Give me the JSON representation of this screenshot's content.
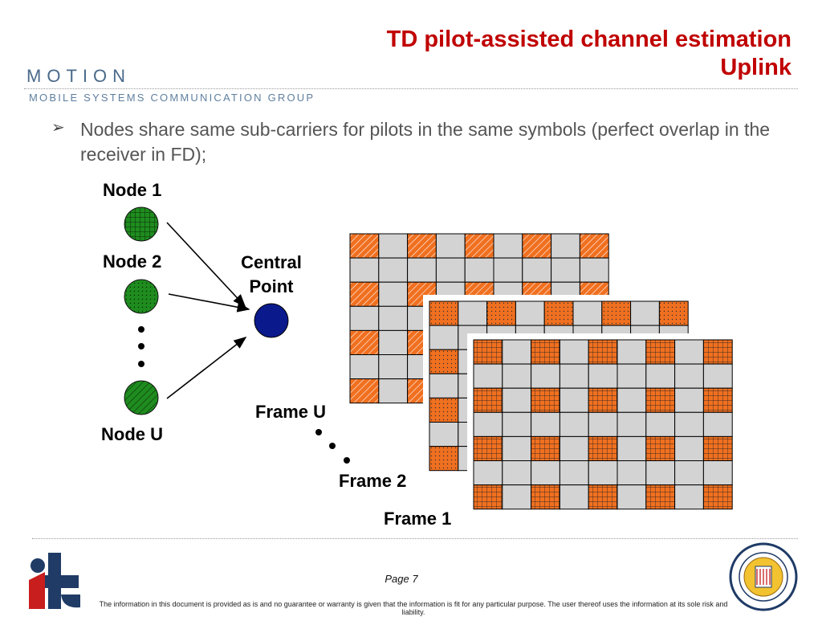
{
  "header": {
    "title_line1": "TD pilot-assisted channel estimation",
    "title_line2": "Uplink",
    "brand_name": "MOTION",
    "brand_tagline": "MOBILE SYSTEMS COMMUNICATION GROUP"
  },
  "bullet": {
    "marker": "➢",
    "text": "Nodes share same sub-carriers for pilots in the same symbols (perfect overlap in the receiver in FD);"
  },
  "diagram": {
    "node1": "Node 1",
    "node2": "Node 2",
    "nodeU": "Node U",
    "central_line1": "Central",
    "central_line2": "Point",
    "frameU": "Frame U",
    "frame2": "Frame 2",
    "frame1": "Frame 1"
  },
  "footer": {
    "page": "Page 7",
    "note": "The information in this document is provided as is and no guarantee or warranty is given that the information is fit for any particular purpose. The user thereof uses the information at its sole risk and liability."
  },
  "colors": {
    "title": "#c00000",
    "pilot_orange": "#f07020",
    "grid_gray": "#d3d3d3",
    "node_green": "#1e8c1e",
    "central_navy": "#0a1a8c",
    "logo_navy": "#1f3b66",
    "logo_red": "#c81e1e"
  }
}
